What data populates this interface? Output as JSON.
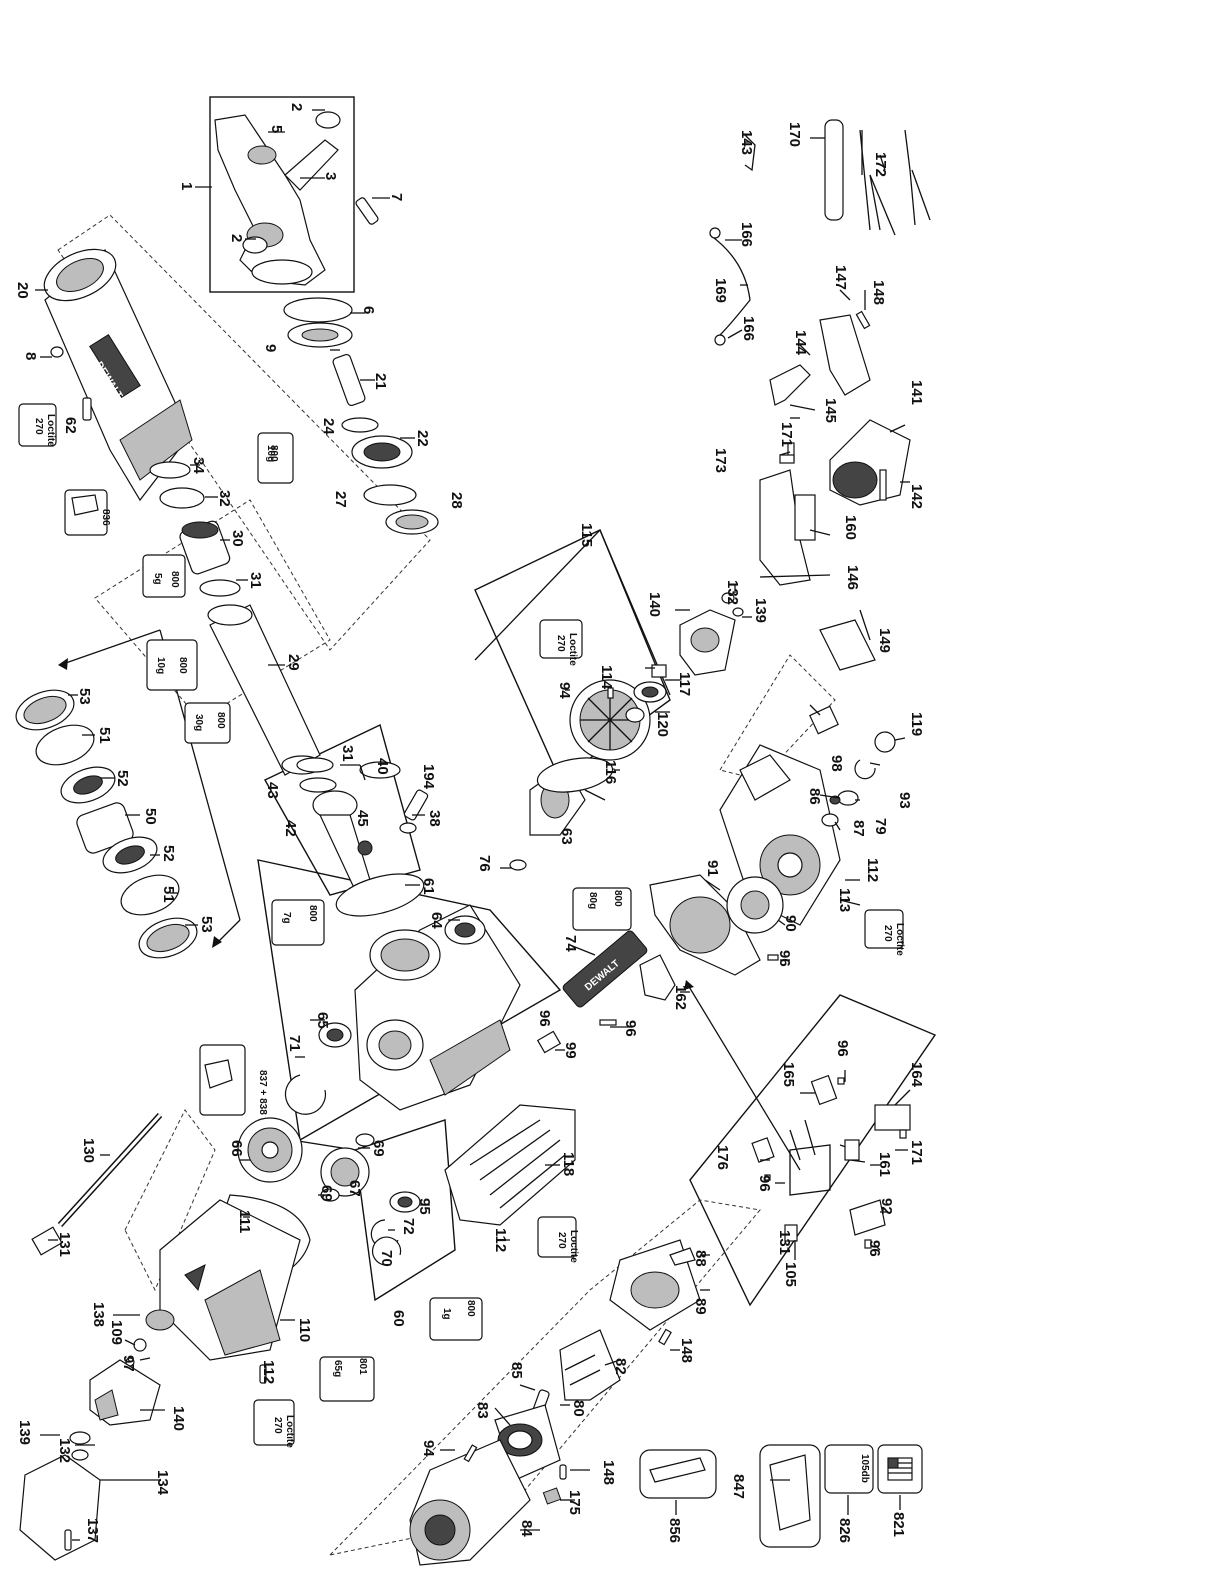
{
  "diagram": {
    "part_numbers": [
      "1",
      "2",
      "2",
      "3",
      "5",
      "6",
      "7",
      "8",
      "9",
      "20",
      "21",
      "22",
      "24",
      "27",
      "28",
      "29",
      "30",
      "31",
      "31",
      "32",
      "34",
      "38",
      "40",
      "42",
      "43",
      "45",
      "50",
      "51",
      "51",
      "52",
      "52",
      "53",
      "53",
      "60",
      "61",
      "62",
      "63",
      "64",
      "65",
      "66",
      "67",
      "69",
      "69",
      "70",
      "71",
      "72",
      "74",
      "76",
      "79",
      "80",
      "82",
      "83",
      "84",
      "85",
      "86",
      "87",
      "88",
      "89",
      "90",
      "91",
      "92",
      "93",
      "94",
      "94",
      "95",
      "96",
      "96",
      "96",
      "96",
      "96",
      "96",
      "97",
      "98",
      "99",
      "105",
      "109",
      "110",
      "111",
      "112",
      "112",
      "112",
      "113",
      "114",
      "115",
      "116",
      "117",
      "118",
      "119",
      "120",
      "130",
      "131",
      "131",
      "132",
      "132",
      "134",
      "137",
      "138",
      "139",
      "139",
      "140",
      "140",
      "141",
      "142",
      "143",
      "144",
      "145",
      "146",
      "147",
      "148",
      "148",
      "148",
      "149",
      "160",
      "161",
      "162",
      "164",
      "165",
      "166",
      "166",
      "169",
      "170",
      "171",
      "171",
      "172",
      "173",
      "175",
      "176",
      "194"
    ],
    "callouts": {
      "grease_800_10g_a": {
        "code": "800",
        "amount": "10g"
      },
      "grease_800_10g_b": {
        "code": "800",
        "amount": "10g"
      },
      "grease_800_5g": {
        "code": "800",
        "amount": "5g"
      },
      "grease_800_30g": {
        "code": "800",
        "amount": "30g"
      },
      "grease_800_7g": {
        "code": "800",
        "amount": "7g"
      },
      "grease_800_80g": {
        "code": "800",
        "amount": "80g"
      },
      "grease_800_1g": {
        "code": "800",
        "amount": "1g"
      },
      "grease_801_65g": {
        "code": "801",
        "amount": "65g"
      },
      "loctite": {
        "line1": "Loctite",
        "line2": "270"
      },
      "kit_836": "836",
      "kit_837_838": "837 + 838",
      "label_105db": "105db"
    },
    "brand_mark": "DEWALT",
    "accessory_numbers": {
      "a": "821",
      "b": "826",
      "c": "847",
      "d": "856"
    }
  }
}
